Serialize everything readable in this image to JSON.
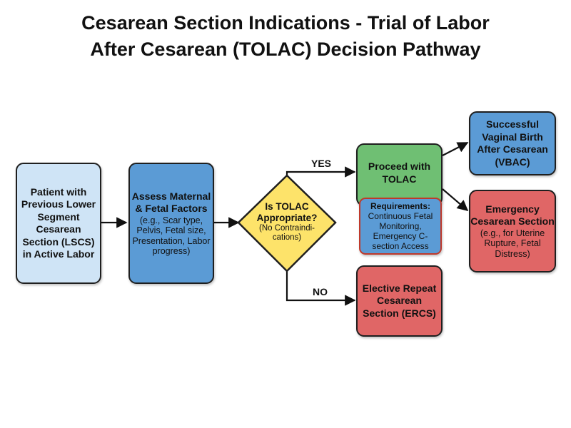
{
  "title": {
    "line1": "Cesarean Section Indications - Trial of Labor",
    "line2": "After Cesarean (TOLAC) Decision Pathway"
  },
  "nodes": {
    "patient": {
      "text": "Patient with Previous Lower Segment Cesarean Section (LSCS) in Active Labor"
    },
    "assess": {
      "title": "Assess Maternal & Fetal Factors",
      "detail": "(e.g., Scar type, Pelvis, Fetal size, Presentation, Labor progress)"
    },
    "decision": {
      "title": "Is TOLAC Appropriate?",
      "detail": "(No Contraindi-cations)"
    },
    "proceed": {
      "text": "Proceed with TOLAC"
    },
    "requirements": {
      "title": "Requirements:",
      "detail": "Continuous Fetal Monitoring, Emergency C-section Access"
    },
    "vbac": {
      "text": "Successful Vaginal Birth After Cesarean (VBAC)"
    },
    "emergency": {
      "title": "Emergency Cesarean Section",
      "detail": "(e.g., for Uterine Rupture, Fetal Distress)"
    },
    "ercs": {
      "text": "Elective Repeat Cesarean Section (ERCS)"
    }
  },
  "edge_labels": {
    "yes": "YES",
    "no": "NO"
  },
  "colors": {
    "blue_light": "#cfe4f6",
    "blue": "#5b9bd5",
    "yellow": "#fde36a",
    "green": "#6fbf73",
    "red": "#e06666",
    "requirements_border": "#c0392b"
  }
}
